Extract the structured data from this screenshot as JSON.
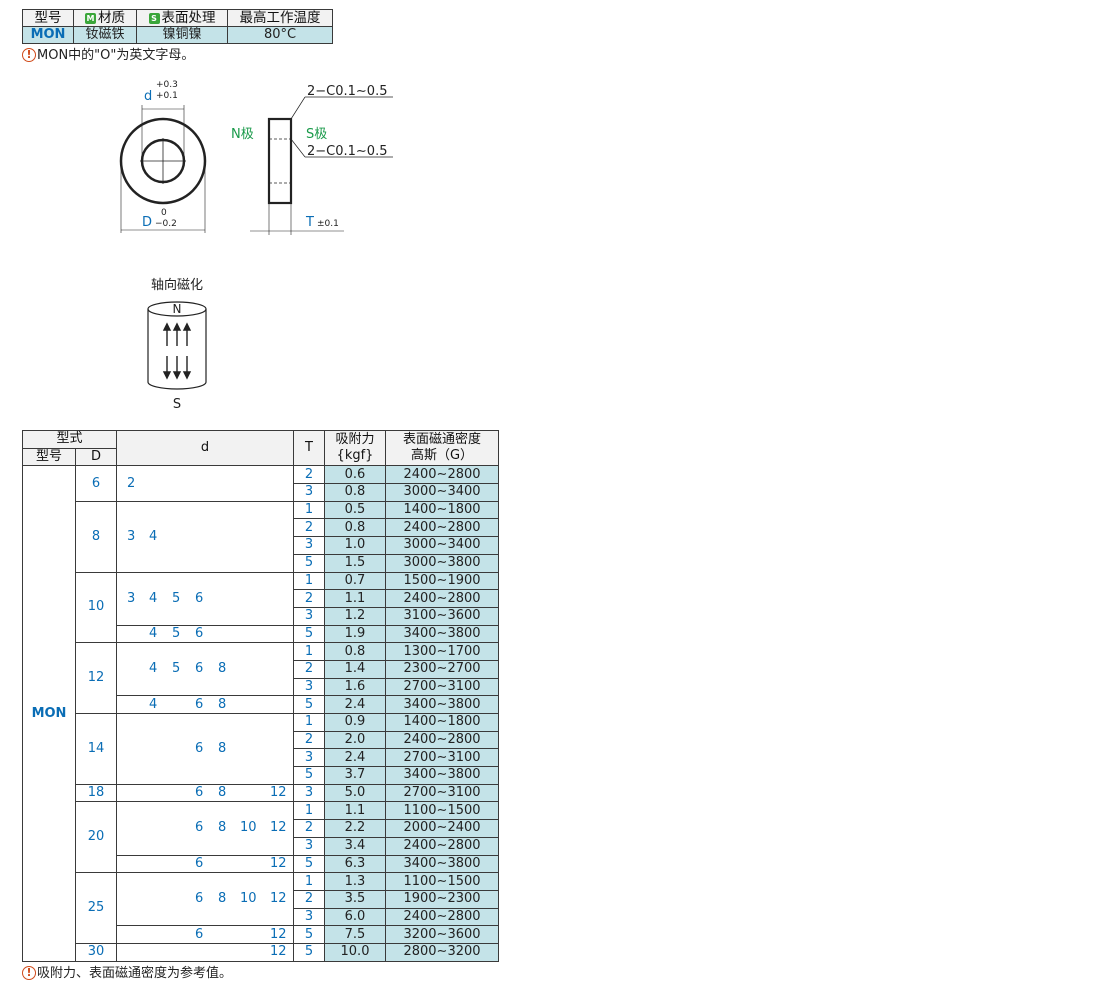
{
  "spec_table": {
    "headers": [
      "型号",
      "材质",
      "表面处理",
      "最高工作温度"
    ],
    "header_badges": {
      "material": "M",
      "surface": "S"
    },
    "row": [
      "MON",
      "钕磁铁",
      "镍铜镍",
      "80°C"
    ]
  },
  "note_top": "MON中的\"O\"为英文字母。",
  "drawing": {
    "d_label": "d",
    "d_tol_upper": "+0.3",
    "d_tol_lower": "+0.1",
    "D_label": "D",
    "D_tol_upper": "0",
    "D_tol_lower": "−0.2",
    "n_pole": "N极",
    "s_pole": "S极",
    "chamfer_top": "2−C0.1∼0.5",
    "chamfer_bottom": "2−C0.1∼0.5",
    "T_label": "T",
    "T_tol": "±0.1",
    "magnet_title": "轴向磁化",
    "magnet_n": "N",
    "magnet_s": "S"
  },
  "main_table": {
    "header_group": "型式",
    "col_model": "型号",
    "col_D": "D",
    "col_d": "d",
    "col_T": "T",
    "col_force": "吸附力",
    "col_force_unit": "{kgf}",
    "col_density": "表面磁通密度",
    "col_density_unit": "高斯（G）",
    "model": "MON",
    "rows": [
      {
        "D": "6",
        "d": [
          "2"
        ],
        "T": "2",
        "kgf": "0.6",
        "G": "2400∼2800"
      },
      {
        "T": "3",
        "kgf": "0.8",
        "G": "3000∼3400"
      },
      {
        "D": "8",
        "d": [
          "3",
          "4"
        ],
        "T": "1",
        "kgf": "0.5",
        "G": "1400∼1800"
      },
      {
        "T": "2",
        "kgf": "0.8",
        "G": "2400∼2800"
      },
      {
        "T": "3",
        "kgf": "1.0",
        "G": "3000∼3400"
      },
      {
        "T": "5",
        "kgf": "1.5",
        "G": "3000∼3800"
      },
      {
        "D": "10",
        "d": [
          "3",
          "4",
          "5",
          "6"
        ],
        "T": "1",
        "kgf": "0.7",
        "G": "1500∼1900"
      },
      {
        "T": "2",
        "kgf": "1.1",
        "G": "2400∼2800"
      },
      {
        "T": "3",
        "kgf": "1.2",
        "G": "3100∼3600"
      },
      {
        "d": [
          "4",
          "5",
          "6"
        ],
        "T": "5",
        "kgf": "1.9",
        "G": "3400∼3800"
      },
      {
        "D": "12",
        "d": [
          "4",
          "5",
          "6",
          "8"
        ],
        "T": "1",
        "kgf": "0.8",
        "G": "1300∼1700"
      },
      {
        "T": "2",
        "kgf": "1.4",
        "G": "2300∼2700"
      },
      {
        "T": "3",
        "kgf": "1.6",
        "G": "2700∼3100"
      },
      {
        "d": [
          "4",
          "6",
          "8"
        ],
        "T": "5",
        "kgf": "2.4",
        "G": "3400∼3800"
      },
      {
        "D": "14",
        "d": [
          "6",
          "8"
        ],
        "T": "1",
        "kgf": "0.9",
        "G": "1400∼1800"
      },
      {
        "T": "2",
        "kgf": "2.0",
        "G": "2400∼2800"
      },
      {
        "T": "3",
        "kgf": "2.4",
        "G": "2700∼3100"
      },
      {
        "T": "5",
        "kgf": "3.7",
        "G": "3400∼3800"
      },
      {
        "D": "18",
        "d": [
          "6",
          "8",
          "12"
        ],
        "T": "3",
        "kgf": "5.0",
        "G": "2700∼3100"
      },
      {
        "D": "20",
        "d": [
          "6",
          "8",
          "10",
          "12"
        ],
        "T": "1",
        "kgf": "1.1",
        "G": "1100∼1500"
      },
      {
        "T": "2",
        "kgf": "2.2",
        "G": "2000∼2400"
      },
      {
        "T": "3",
        "kgf": "3.4",
        "G": "2400∼2800"
      },
      {
        "d": [
          "6",
          "12"
        ],
        "T": "5",
        "kgf": "6.3",
        "G": "3400∼3800"
      },
      {
        "D": "25",
        "d": [
          "6",
          "8",
          "10",
          "12"
        ],
        "T": "1",
        "kgf": "1.3",
        "G": "1100∼1500"
      },
      {
        "T": "2",
        "kgf": "3.5",
        "G": "1900∼2300"
      },
      {
        "T": "3",
        "kgf": "6.0",
        "G": "2400∼2800"
      },
      {
        "d": [
          "6",
          "12"
        ],
        "T": "5",
        "kgf": "7.5",
        "G": "3200∼3600"
      },
      {
        "D": "30",
        "d": [
          "12"
        ],
        "T": "5",
        "kgf": "10.0",
        "G": "2800∼3200"
      }
    ]
  },
  "note_bottom": "吸附力、表面磁通密度为参考值。",
  "note_marker": "!"
}
